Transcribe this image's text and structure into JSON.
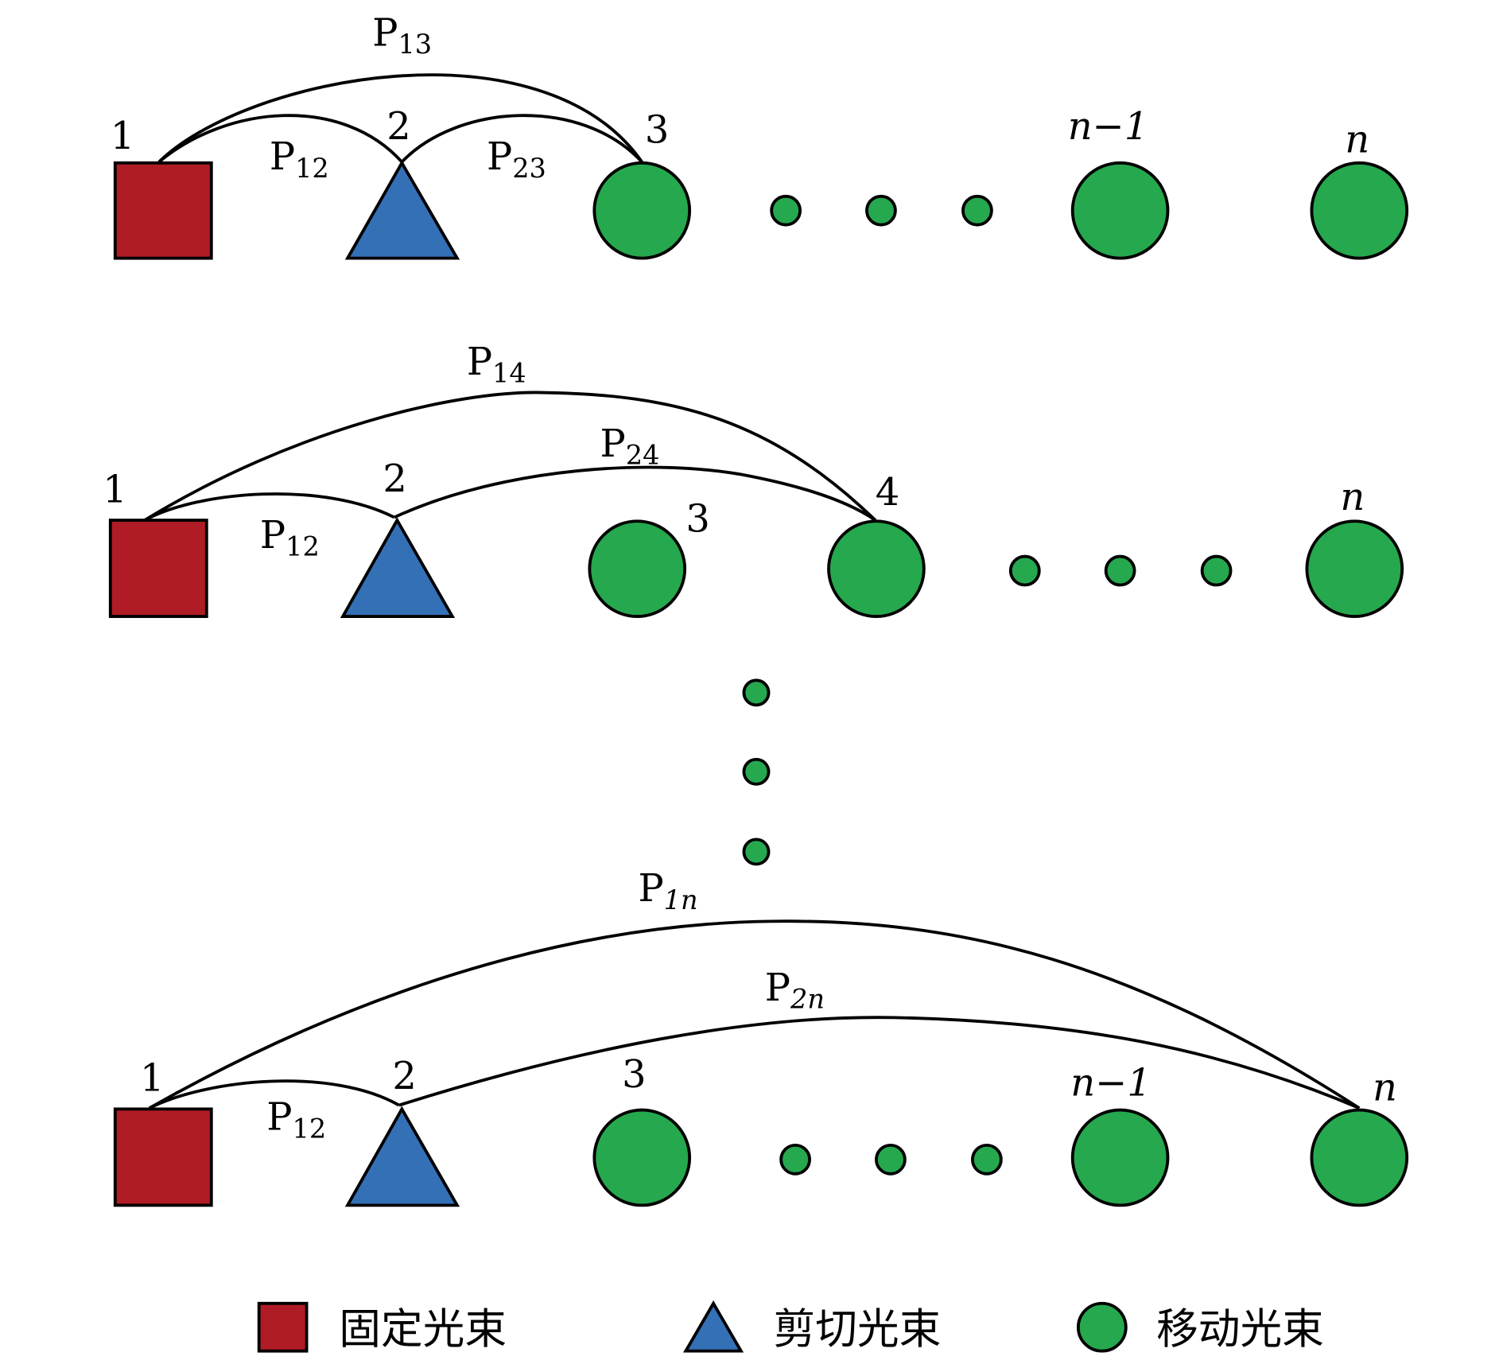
{
  "colors": {
    "fixed": "#b01c25",
    "shear": "#3470b6",
    "moving": "#26a84e",
    "edge": "#000000"
  },
  "node_types": {
    "fixed": "square",
    "shear": "triangle",
    "moving": "circle"
  },
  "rows": [
    {
      "name": "row-1",
      "node_labels": [
        "1",
        "2",
        "3",
        "n−1",
        "n"
      ],
      "ellipsis_dots": 3,
      "edges": [
        {
          "from": "1",
          "to": "2",
          "label": "P",
          "sub": "12"
        },
        {
          "from": "2",
          "to": "3",
          "label": "P",
          "sub": "23"
        },
        {
          "from": "1",
          "to": "3",
          "label": "P",
          "sub": "13"
        }
      ]
    },
    {
      "name": "row-2",
      "node_labels": [
        "1",
        "2",
        "3",
        "4",
        "n"
      ],
      "ellipsis_dots": 3,
      "edges": [
        {
          "from": "1",
          "to": "2",
          "label": "P",
          "sub": "12"
        },
        {
          "from": "2",
          "to": "4",
          "label": "P",
          "sub": "24"
        },
        {
          "from": "1",
          "to": "4",
          "label": "P",
          "sub": "14"
        }
      ]
    },
    {
      "name": "row-3",
      "node_labels": [
        "1",
        "2",
        "3",
        "n−1",
        "n"
      ],
      "ellipsis_dots": 3,
      "edges": [
        {
          "from": "1",
          "to": "2",
          "label": "P",
          "sub": "12"
        },
        {
          "from": "2",
          "to": "n",
          "label": "P",
          "sub": "2n"
        },
        {
          "from": "1",
          "to": "n",
          "label": "P",
          "sub": "1n"
        }
      ]
    }
  ],
  "vertical_ellipsis_dots": 3,
  "legend": [
    {
      "shape": "square",
      "label": "固定光束"
    },
    {
      "shape": "triangle",
      "label": "剪切光束"
    },
    {
      "shape": "circle",
      "label": "移动光束"
    }
  ]
}
